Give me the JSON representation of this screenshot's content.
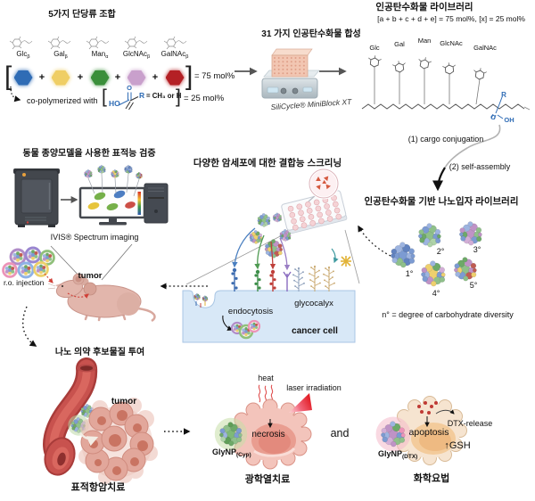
{
  "glyphs": {
    "plus": "+",
    "bracket_open": "[",
    "bracket_close": "]"
  },
  "colors": {
    "chem_blue": "#2f6cb5",
    "ring_purple": "#b08cc8",
    "ring_violet": "#9a86d0",
    "ring_green": "#8fc07a",
    "ring_pink": "#ec93b8",
    "ring_blue": "#8fb2e6",
    "ring_yellow": "#ecd06a",
    "halo_green": "#c6dfa8",
    "halo_pink": "#f4b9ca",
    "halo_lime": "#bcd9a8",
    "laser_red": "#e21c24",
    "heat_red": "#e05050",
    "vessel_red": "#c8524e",
    "membrane_blue": "#d8e8f7"
  },
  "palettes": {
    "p1": [
      "#7c9bd2",
      "#9db4e0",
      "#6283c0",
      "#8fc08a",
      "#7c9bd2",
      "#9db4e0",
      "#6283c0",
      "#7c9bd2",
      "#9db4e0",
      "#8fc08a",
      "#7c9bd2",
      "#6283c0",
      "#9db4e0",
      "#7c9bd2",
      "#6283c0"
    ],
    "p2": [
      "#8fc08a",
      "#7c9bd2",
      "#aed3a8",
      "#9db4e0",
      "#6da968",
      "#7c9bd2",
      "#8fc08a",
      "#9db4e0",
      "#6da968",
      "#aed3a8",
      "#7c9bd2",
      "#8fc08a",
      "#9db4e0",
      "#6da968",
      "#7c9bd2"
    ],
    "p2g": [
      "#7fb977",
      "#7c9bd2",
      "#8fc08a",
      "#5f9e57",
      "#9db4e0",
      "#8fc08a",
      "#6da968",
      "#7c9bd2",
      "#aed3a8",
      "#6da968",
      "#8fc08a",
      "#7c9bd2",
      "#5f9e57",
      "#8fc08a",
      "#6da968"
    ],
    "p3": [
      "#bf93c6",
      "#8fc08a",
      "#7c9bd2",
      "#d2aed6",
      "#6da968",
      "#9db4e0",
      "#bf93c6",
      "#8fc08a",
      "#7c9bd2",
      "#d2aed6",
      "#6da968",
      "#bf93c6",
      "#9db4e0",
      "#bf93c6",
      "#7c9bd2"
    ],
    "p4": [
      "#eed06e",
      "#7c9bd2",
      "#8fc08a",
      "#bf93c6",
      "#9db4e0",
      "#eed06e",
      "#6da968",
      "#d2aed6",
      "#7c9bd2",
      "#eed06e",
      "#8fc08a",
      "#bf93c6",
      "#9db4e0",
      "#eed06e",
      "#7c9bd2"
    ],
    "p5": [
      "#8fc08a",
      "#bf93c6",
      "#c05c52",
      "#7c9bd2",
      "#eed06e",
      "#6da968",
      "#bf93c6",
      "#c05c52",
      "#9db4e0",
      "#8fc08a",
      "#eed06e",
      "#7c9bd2",
      "#6da968",
      "#c05c52",
      "#bf93c6"
    ],
    "dtx": [
      "#bf93c6",
      "#7c9bd2",
      "#8fc08a",
      "#d2aed6",
      "#9db4e0",
      "#bf93c6",
      "#6da968",
      "#ec93b8",
      "#7c9bd2",
      "#bf93c6",
      "#8fc08a",
      "#d2aed6",
      "#9db4e0",
      "#ec93b8",
      "#7c9bd2"
    ],
    "mix": [
      "#7c9bd2",
      "#8fc08a",
      "#bf93c6",
      "#eed06e",
      "#c05c52",
      "#9db4e0",
      "#6da968"
    ]
  },
  "top_left": {
    "title": "5가지 단당류 조합",
    "sugars": [
      {
        "name": "Glc",
        "sub": "β",
        "color": "#2f6cb5"
      },
      {
        "name": "Gal",
        "sub": "β",
        "color": "#efce65"
      },
      {
        "name": "Man",
        "sub": "α",
        "color": "#3a8f3a"
      },
      {
        "name": "GlcNAc",
        "sub": "β",
        "color": "#c9a0cc"
      },
      {
        "name": "GalNAc",
        "sub": "β",
        "color": "#b42025"
      }
    ],
    "sum": "= 75 mol%",
    "copoly_text": "co-polymerized with",
    "monomer_ho": "HO",
    "monomer_o": "O",
    "monomer_r": "R",
    "monomer_eq": "= CH₃ or H",
    "copoly_sum": "= 25 mol%"
  },
  "top_mid": {
    "title": "31 가지 인공탄수화물 합성",
    "instrument_label": "SiliCycle® MiniBlock XT"
  },
  "top_right": {
    "title": "인공탄수화물 라이브러리",
    "formula": "[a + b + c + d + e] = 75 mol%, [x] = 25 mol%",
    "sugar_labels": [
      "Glc",
      "Gal",
      "Man",
      "GlcNAc",
      "GalNAc"
    ],
    "r_label": "R",
    "o_label": "O",
    "oh_label": "OH",
    "step1": "(1) cargo conjugation",
    "step2": "(2) self-assembly"
  },
  "np_library": {
    "title": "인공탄수화물 기반 나노입자 라이브러리",
    "degrees": [
      "1°",
      "2°",
      "3°",
      "4°",
      "5°"
    ],
    "note": "n° = degree of carbohydrate diversity"
  },
  "screening": {
    "title": "다양한 암세포에 대한 결합능 스크리닝",
    "endocytosis": "endocytosis",
    "glycocalyx": "glycocalyx",
    "cancer_cell": "cancer cell"
  },
  "animal": {
    "title": "동물 종양모델을 사용한 표적능 검증",
    "imaging_label": "IVIS® Spectrum imaging",
    "injection_label": "r.o. injection",
    "tumor_label": "tumor",
    "admin_label": "나노 의약 후보물질 투여"
  },
  "therapy": {
    "tumor_label": "tumor",
    "targeted_label": "표적항암치료",
    "heat_label": "heat",
    "laser_label": "laser irradiation",
    "necrosis_label": "necrosis",
    "glynp_cy": "GlyNP",
    "glynp_cy_sub": "(Cyp)",
    "photothermal_label": "광학열치료",
    "and_label": "and",
    "apoptosis_label": "apoptosis",
    "dtx_label": "DTX-release",
    "gsh_label": "↑GSH",
    "glynp_dtx": "GlyNP",
    "glynp_dtx_sub": "(DTX)",
    "chemo_label": "화학요법"
  }
}
